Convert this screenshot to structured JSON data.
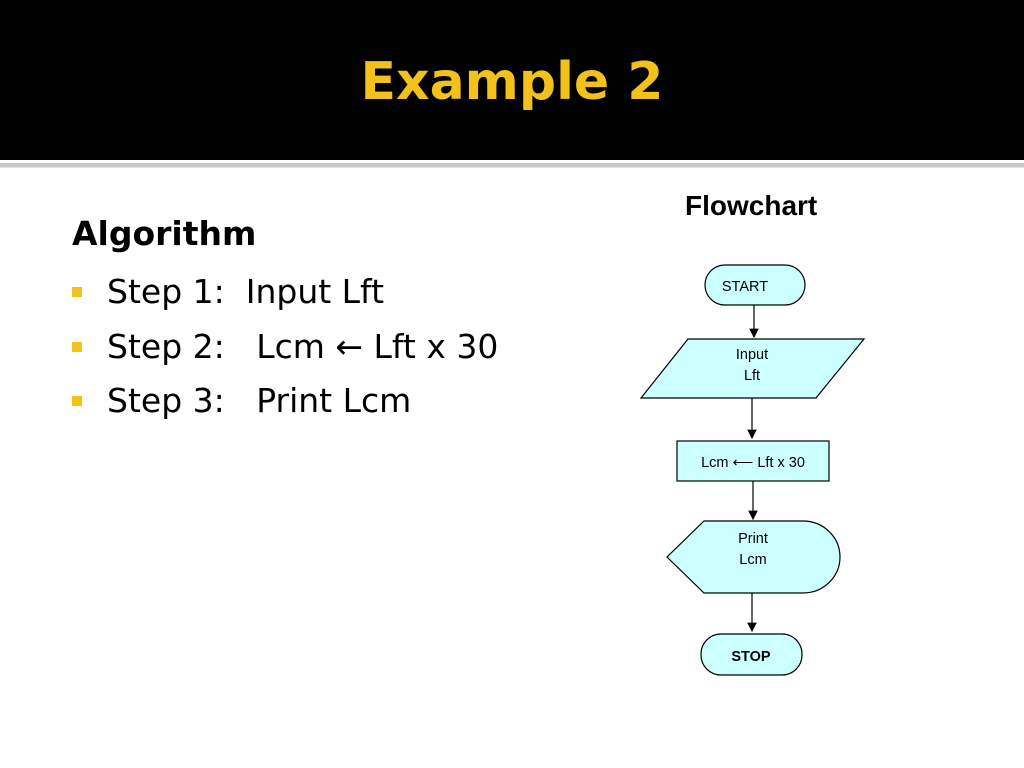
{
  "slide": {
    "title": "Example 2"
  },
  "algorithm": {
    "heading": "Algorithm",
    "steps": [
      "Step 1:  Input Lft",
      "Step 2:   Lcm ← Lft x 30",
      "Step 3:   Print Lcm"
    ],
    "bullet_color": "#f2c21b"
  },
  "flowchart": {
    "heading": "Flowchart",
    "fill_color": "#ccffff",
    "nodes": {
      "start": "START",
      "input_line1": "Input",
      "input_line2": "Lft",
      "process": "Lcm ⟵ Lft x 30",
      "print_line1": "Print",
      "print_line2": "Lcm",
      "stop": "STOP"
    }
  },
  "colors": {
    "title_bar": "#000000",
    "title_text": "#f2c21b"
  }
}
